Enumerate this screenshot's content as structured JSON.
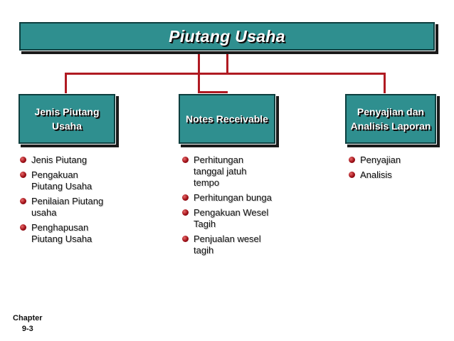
{
  "title": "Piutang Usaha",
  "branches": [
    {
      "label_lines": [
        "Jenis Piutang",
        "Usaha"
      ],
      "items": [
        "Jenis Piutang",
        "Pengakuan Piutang Usaha",
        "Penilaian Piutang usaha",
        "Penghapusan Piutang Usaha"
      ]
    },
    {
      "label_lines": [
        "Notes Receivable"
      ],
      "items": [
        "Perhitungan tanggal jatuh tempo",
        "Perhitungan bunga",
        "Pengakuan Wesel Tagih",
        "Penjualan wesel tagih"
      ]
    },
    {
      "label_lines": [
        "Penyajian dan",
        "Analisis Laporan"
      ],
      "items": [
        "Penyajian",
        "Analisis"
      ]
    }
  ],
  "footer": {
    "line1": "Chapter",
    "line2": "9-3"
  },
  "colors": {
    "box_fill": "#2f8f8f",
    "connector": "#b01a22",
    "bullet": "#a01018"
  }
}
